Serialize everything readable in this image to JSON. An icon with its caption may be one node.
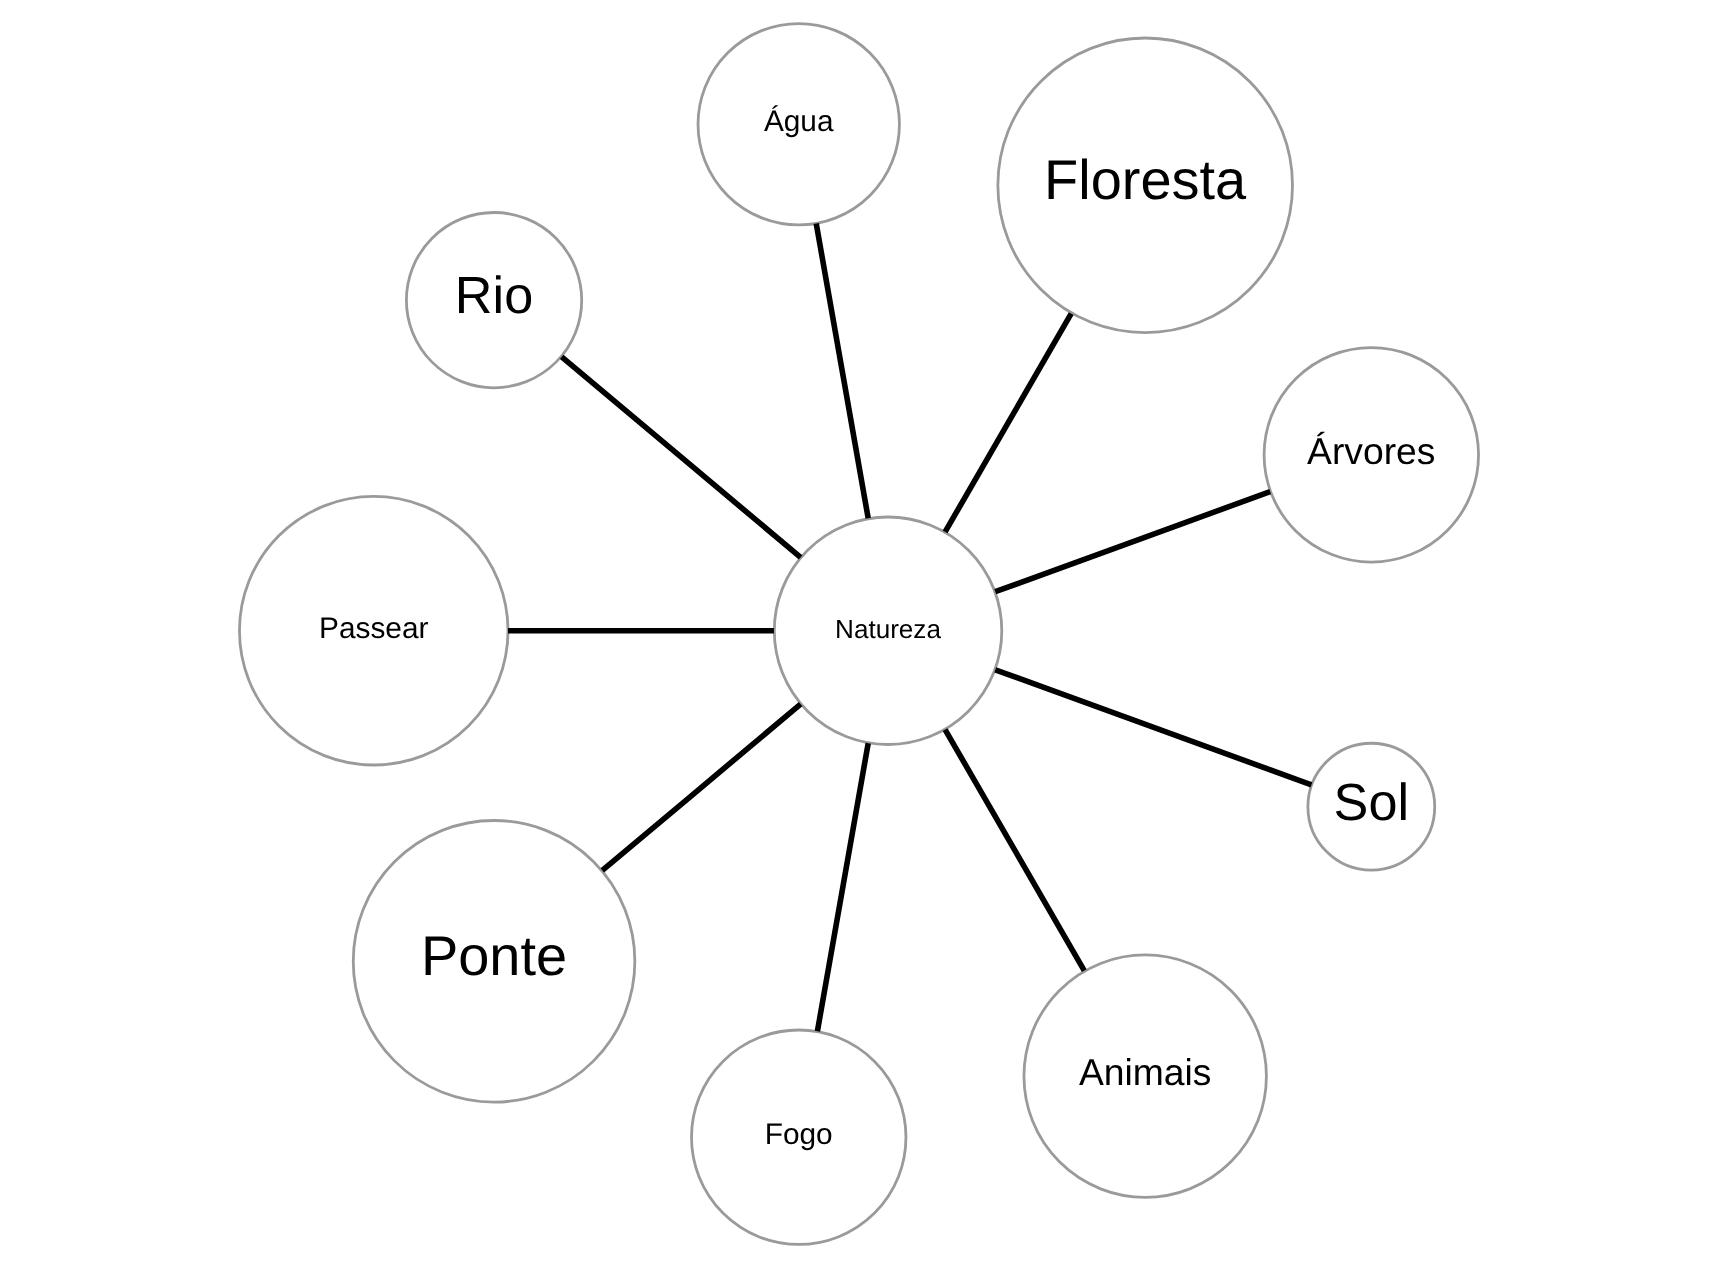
{
  "diagram": {
    "nodes": [
      {
        "text": [
          "Árvores"
        ]
      },
      {
        "text": [
          "Floresta"
        ]
      },
      {
        "text": [
          "Água"
        ]
      },
      {
        "text": [
          "Rio"
        ]
      },
      {
        "text": [
          "Natureza"
        ]
      },
      {
        "text": [
          "Passear"
        ]
      },
      {
        "text": [
          "Ponte"
        ]
      },
      {
        "text": [
          "Fogo"
        ]
      },
      {
        "text": [
          "Animais"
        ]
      },
      {
        "text": [
          "Sol"
        ]
      }
    ],
    "edges": [
      {
        "from": 4,
        "to": 0,
        "arrow": "none"
      },
      {
        "from": 4,
        "to": 1,
        "arrow": "none"
      },
      {
        "from": 4,
        "to": 2,
        "arrow": "none"
      },
      {
        "from": 4,
        "to": 3,
        "arrow": "none"
      },
      {
        "from": 4,
        "to": 5,
        "arrow": "none"
      },
      {
        "from": 4,
        "to": 6,
        "arrow": "none"
      },
      {
        "from": 4,
        "to": 7,
        "arrow": "none"
      },
      {
        "from": 4,
        "to": 8,
        "arrow": "none"
      },
      {
        "from": 4,
        "to": 9,
        "arrow": "none"
      }
    ]
  }
}
